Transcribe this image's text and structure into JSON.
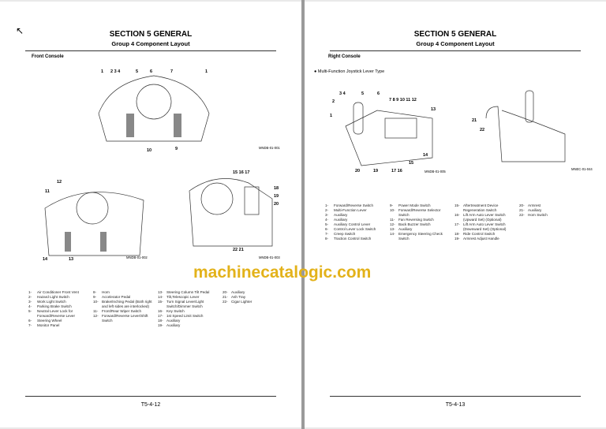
{
  "left_page": {
    "section": "SECTION 5 GENERAL",
    "group": "Group 4 Component Layout",
    "subsection": "Front Console",
    "page_number": "T5-4-12",
    "figure_ids": [
      "MNDB-01-001",
      "MNDB-01-002",
      "MNDB-01-003"
    ],
    "legend": [
      [
        "1-",
        "Air Conditioner Front Vent"
      ],
      [
        "2-",
        "Hazard Light Switch"
      ],
      [
        "3-",
        "Work Light Switch"
      ],
      [
        "4-",
        "Parking Brake Switch"
      ],
      [
        "5-",
        "Neutral Lever Lock for Forward/Reverse Lever"
      ],
      [
        "6-",
        "Steering Wheel"
      ],
      [
        "7-",
        "Monitor Panel"
      ],
      [
        "8-",
        "Horn"
      ],
      [
        "9-",
        "Accelerator Pedal"
      ],
      [
        "10-",
        "Brake/Inching Pedal (Both right and left sides are interlocked)"
      ],
      [
        "11-",
        "Front/Rear Wiper Switch"
      ],
      [
        "12-",
        "Forward/Reverse Lever/Shift Switch"
      ],
      [
        "13-",
        "Steering Column Tilt Pedal"
      ],
      [
        "14-",
        "Tilt,Telescopic Lever"
      ],
      [
        "15-",
        "Turn Signal Lever/Light Switch/Dimmer Switch"
      ],
      [
        "16-",
        "Key Switch"
      ],
      [
        "17-",
        "1st Speed Limit Switch"
      ],
      [
        "18-",
        "Auxiliary"
      ],
      [
        "19-",
        "Auxiliary"
      ],
      [
        "20-",
        "Auxiliary"
      ],
      [
        "21-",
        "Ash Tray"
      ],
      [
        "22-",
        "Cigar Lighter"
      ]
    ]
  },
  "right_page": {
    "section": "SECTION 5 GENERAL",
    "group": "Group 4 Component Layout",
    "subsection": "Right Console",
    "bullet": "Multi-Function Joystick Lever Type",
    "page_number": "T5-4-13",
    "figure_ids": [
      "MNDB-01-005",
      "MNEC-01-044"
    ],
    "legend": [
      [
        "1-",
        "Forward/Reverse Switch"
      ],
      [
        "2-",
        "Multi-Function Lever"
      ],
      [
        "3-",
        "Auxiliary"
      ],
      [
        "4-",
        "Auxiliary"
      ],
      [
        "5-",
        "Auxiliary Control Lever"
      ],
      [
        "6-",
        "Control Lever Lock Switch"
      ],
      [
        "7-",
        "Creep Switch"
      ],
      [
        "8-",
        "Traction Control Switch"
      ],
      [
        "9-",
        "Power Mode Switch"
      ],
      [
        "10-",
        "Forward/Reverse Selector Switch"
      ],
      [
        "11-",
        "Fan Reversing Switch"
      ],
      [
        "12-",
        "Back Buzzer Switch"
      ],
      [
        "13-",
        "Auxiliary"
      ],
      [
        "14-",
        "Emergency Steering Check Switch"
      ],
      [
        "15-",
        "Aftertreatment Device Regeneration Switch"
      ],
      [
        "16-",
        "Lift Arm Auto Lever Switch (Upward Set) (Optional)"
      ],
      [
        "17-",
        "Lift Arm Auto Lever Switch (Downward Set) (Optional)"
      ],
      [
        "18-",
        "Ride Control Switch"
      ],
      [
        "19-",
        "Armrest Adjust Handle"
      ],
      [
        "20-",
        "Armrest"
      ],
      [
        "21-",
        "Auxiliary"
      ],
      [
        "22-",
        "Horn Switch"
      ]
    ]
  },
  "watermark": "machinecatalogic.com"
}
